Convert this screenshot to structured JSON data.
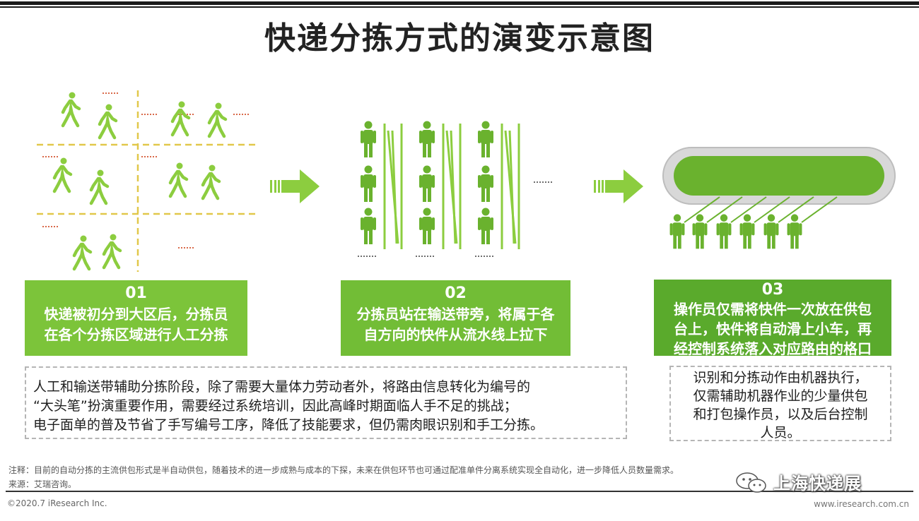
{
  "title": "快递分拣方式的演变示意图",
  "colors": {
    "green_dark": "#6ab22e",
    "green_light": "#8ccd3f",
    "step1_bg": "#7cc43a",
    "step2_bg": "#72bd36",
    "step3_bg": "#5aaa2c"
  },
  "steps": [
    {
      "number": "01",
      "lines": [
        "快递被初分到大区后，分拣员",
        "在各个分拣区域进行人工分拣"
      ]
    },
    {
      "number": "02",
      "lines": [
        "分拣员站在输送带旁，将属于各",
        "自方向的快件从流水线上拉下"
      ]
    },
    {
      "number": "03",
      "lines": [
        "操作员仅需将快件一次放在供包",
        "台上，快件将自动滑上小车，再",
        "经控制系统落入对应路由的格口"
      ]
    }
  ],
  "notes": {
    "left": [
      "人工和输送带辅助分拣阶段，除了需要大量体力劳动者外，将路由信息转化为编号的",
      "“大头笔”扮演重要作用，需要经过系统培训，因此高峰时期面临人手不足的挑战；",
      "电子面单的普及节省了手写编号工序，降低了技能要求，但仍需肉眼识别和手工分拣。"
    ],
    "right": [
      "识别和分拣动作由机器执行，",
      "仅需辅助机器作业的少量供包",
      "和打包操作员，以及后台控制",
      "人员。"
    ]
  },
  "footer": {
    "note": "注释：目前的自动分拣的主流供包形式是半自动供包，随着技术的进一步成熟与成本的下探，未来在供包环节也可通过配准单件分离系统实现全自动化，进一步降低人员数量需求。",
    "source": "来源：艾瑞咨询。",
    "copyright": "©2020.7 iResearch Inc.",
    "website": "www.iresearch.com.cn"
  },
  "watermark": {
    "text": "上海快递展",
    "icon": "wechat-icon"
  }
}
